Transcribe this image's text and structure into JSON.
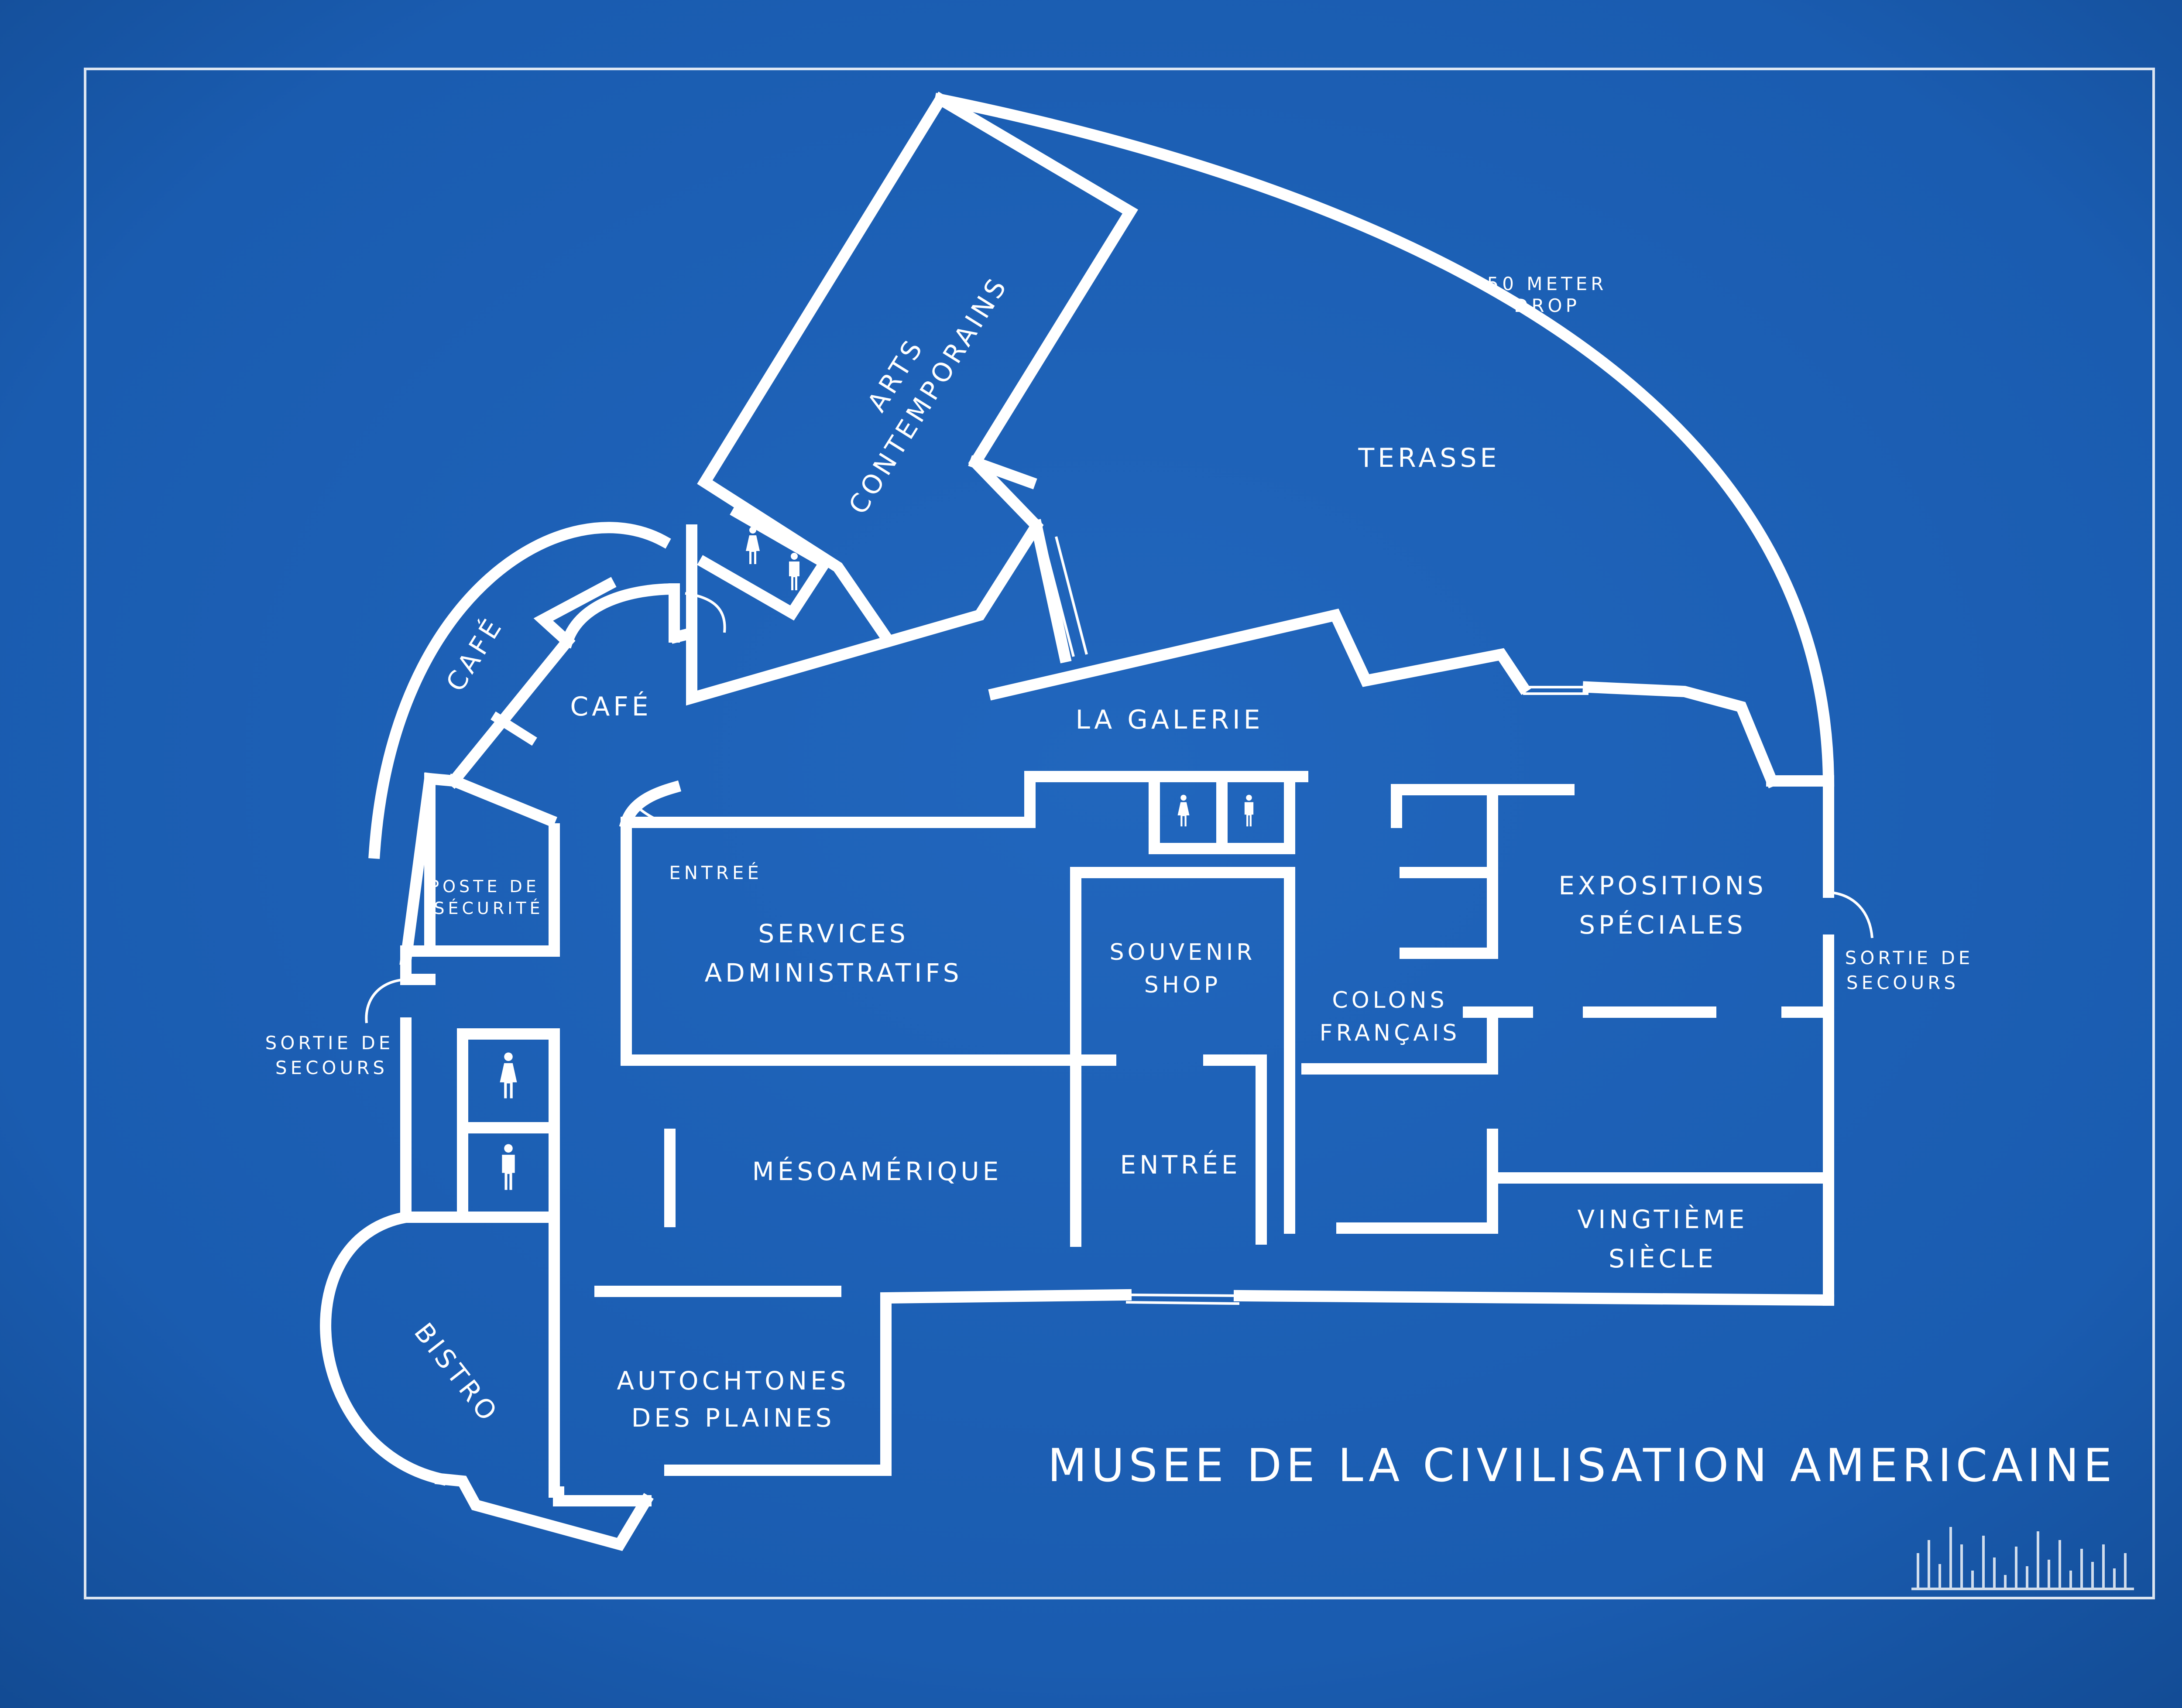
{
  "title": "MUSEE DE LA CIVILISATION AMERICAINE",
  "colors": {
    "background": "#1a5cb0",
    "background_dark": "#154c97",
    "ink": "#ffffff"
  },
  "rooms": {
    "arts_contemporains": {
      "line1": "ARTS",
      "line2": "CONTEMPORAINS"
    },
    "terasse": "TERASSE",
    "drop_note": {
      "line1": "50 METER",
      "line2": "DROP"
    },
    "cafe_outer": "CAFÉ",
    "cafe_inner": "CAFÉ",
    "la_galerie": "LA GALERIE",
    "entree_small": "ENTREÉ",
    "poste_securite": {
      "line1": "POSTE DE",
      "line2": "SÉCURITÉ"
    },
    "services_administratifs": {
      "line1": "SERVICES",
      "line2": "ADMINISTRATIFS"
    },
    "souvenir_shop": {
      "line1": "SOUVENIR",
      "line2": "SHOP"
    },
    "expositions_speciales": {
      "line1": "EXPOSITIONS",
      "line2": "SPÉCIALES"
    },
    "colons_francais": {
      "line1": "COLONS",
      "line2": "FRANÇAIS"
    },
    "sortie_secours_left": {
      "line1": "SORTIE DE",
      "line2": "SECOURS"
    },
    "sortie_secours_right": {
      "line1": "SORTIE DE",
      "line2": "SECOURS"
    },
    "mesoamerique": "MÉSOAMÉRIQUE",
    "entree_main": "ENTRÉE",
    "vingtieme_siecle": {
      "line1": "VINGTIÈME",
      "line2": "SIÈCLE"
    },
    "bistro": "BISTRO",
    "autochtones_plaines": {
      "line1": "AUTOCHTONES",
      "line2": "DES PLAINES"
    }
  },
  "icons": [
    "restroom-female-icon",
    "restroom-male-icon"
  ]
}
